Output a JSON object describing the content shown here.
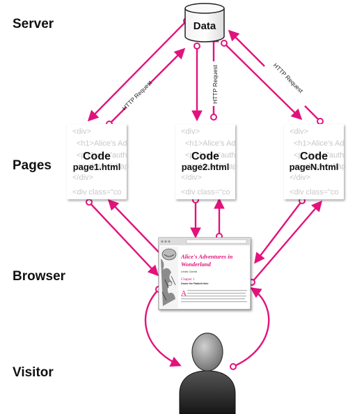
{
  "row_labels": {
    "server": "Server",
    "pages": "Pages",
    "browser": "Browser",
    "visitor": "Visitor"
  },
  "database": {
    "label": "Data"
  },
  "http_label": "HTTP Request",
  "pages": [
    {
      "title": "Code",
      "filename": "page1.html",
      "snippet": [
        "<div>",
        "<h1>Alice's Ad",
        "<p class=\"auth",
        "<p class=\"chap",
        "</div>",
        "<div class=\"co"
      ]
    },
    {
      "title": "Code",
      "filename": "page2.html",
      "snippet": [
        "<div>",
        "<h1>Alice's Ad",
        "<p class=\"auth",
        "<p class=\"chap",
        "</div>",
        "<div class=\"co"
      ]
    },
    {
      "title": "Code",
      "filename": "pageN.html",
      "snippet": [
        "<div>",
        "<h1>Alice's Ad",
        "<p class=\"auth",
        "<p class=\"chap",
        "</div>",
        "<div class=\"co"
      ]
    }
  ],
  "browser": {
    "book_title_line1": "Alice's Adventures in",
    "book_title_line2": "Wonderland",
    "author": "Lewis Carroll",
    "chapter": "Chapter 1",
    "chapter_title": "Down the Rabbit-Hole",
    "drop_cap": "A"
  },
  "colors": {
    "arrow": "#e2127c",
    "person_head": "#9a9a9a",
    "person_body": "#2a2a2a"
  }
}
